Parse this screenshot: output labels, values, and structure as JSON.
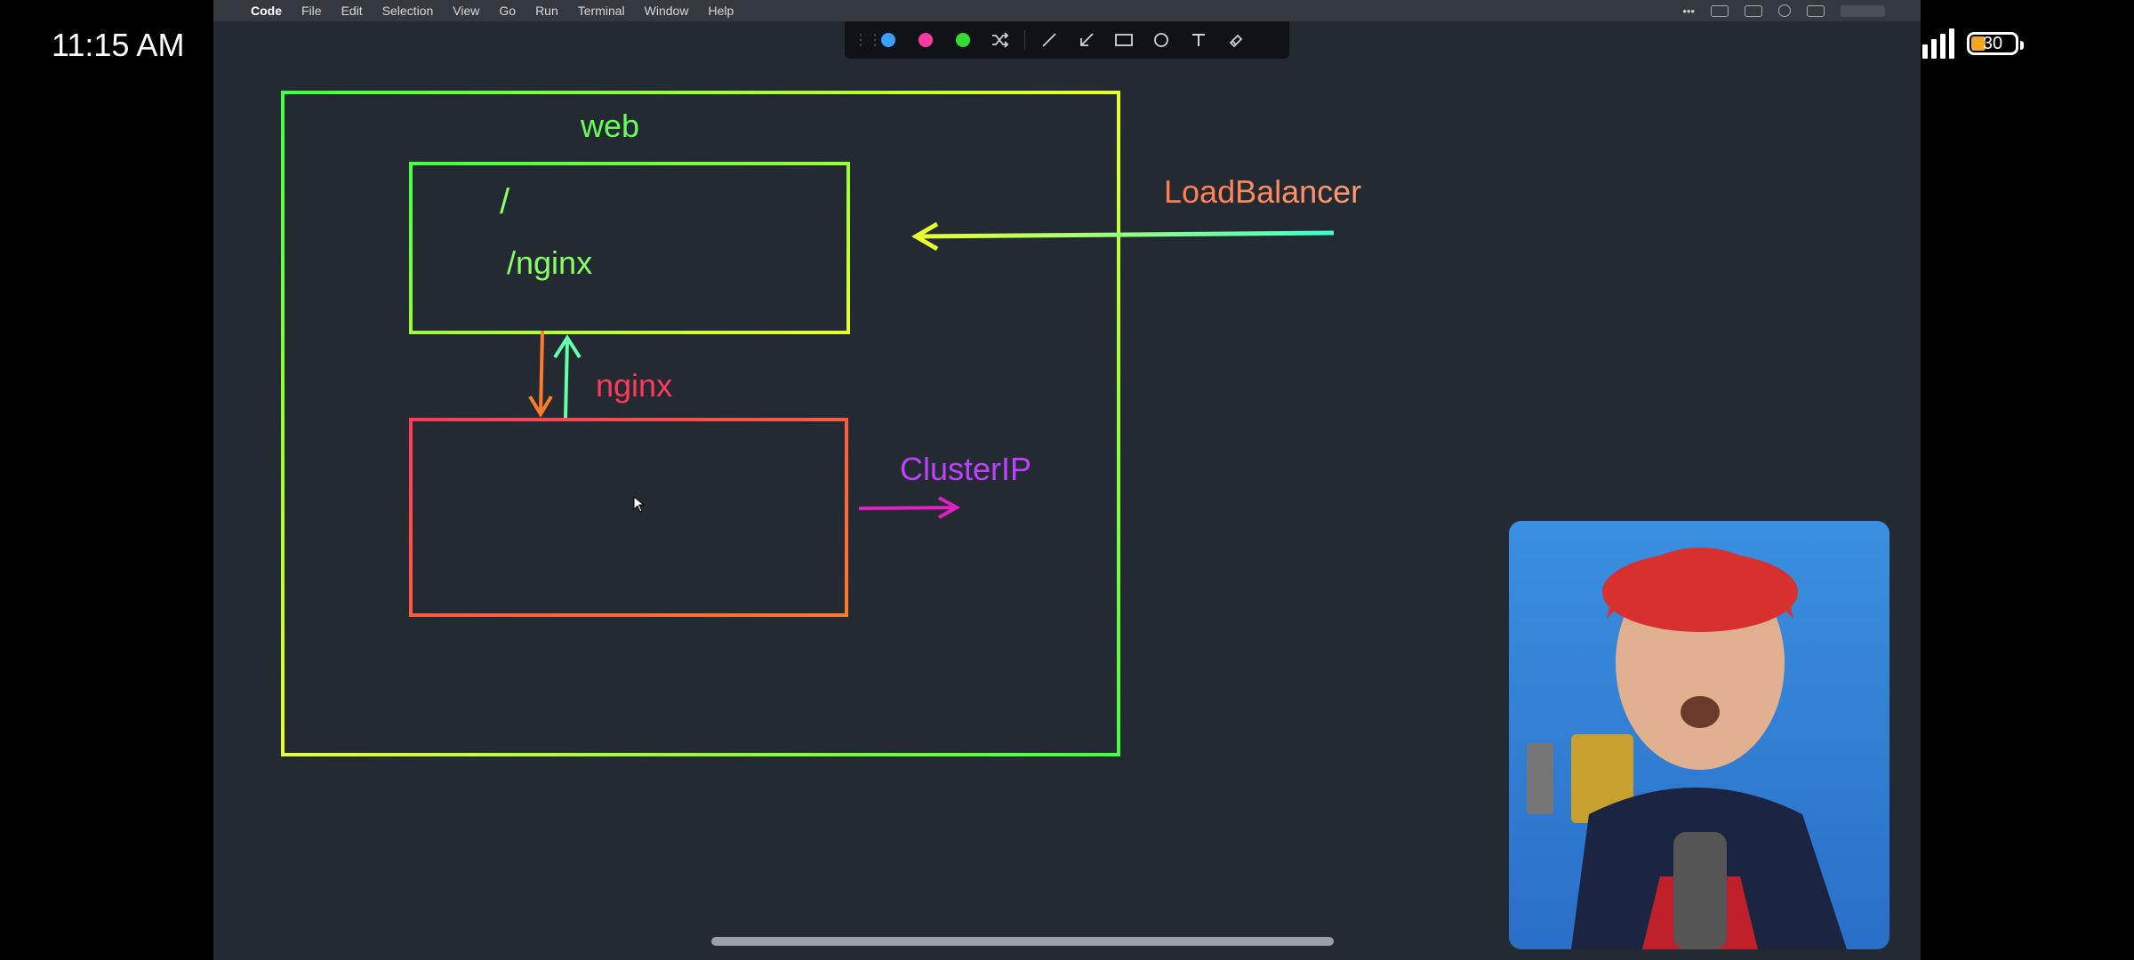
{
  "phone_status": {
    "time": "11:15 AM",
    "battery_level": "30",
    "battery_fraction": 0.3
  },
  "menubar": {
    "items": [
      "Code",
      "File",
      "Edit",
      "Selection",
      "View",
      "Go",
      "Run",
      "Terminal",
      "Window",
      "Help"
    ]
  },
  "toolbar": {
    "colors": [
      "#3aa0ff",
      "#ff3aa0",
      "#33dd33"
    ],
    "tools": [
      "shuffle-icon",
      "line-icon",
      "arrow-icon",
      "rectangle-icon",
      "circle-icon",
      "text-icon",
      "eraser-icon"
    ]
  },
  "diagram": {
    "outer_label": "web",
    "ingress_path_root": "/",
    "ingress_path_nginx": "/nginx",
    "service_label": "nginx",
    "loadbalancer_label": "LoadBalancer",
    "clusterip_label": "ClusterIP"
  },
  "colors": {
    "background": "#232a31",
    "green": "#44ff44",
    "yellow": "#f0ff30",
    "red": "#ff3a5a",
    "orange": "#ff7a2a",
    "magenta": "#e020c0",
    "purple": "#c040ff",
    "salmon": "#ff8a5a"
  }
}
